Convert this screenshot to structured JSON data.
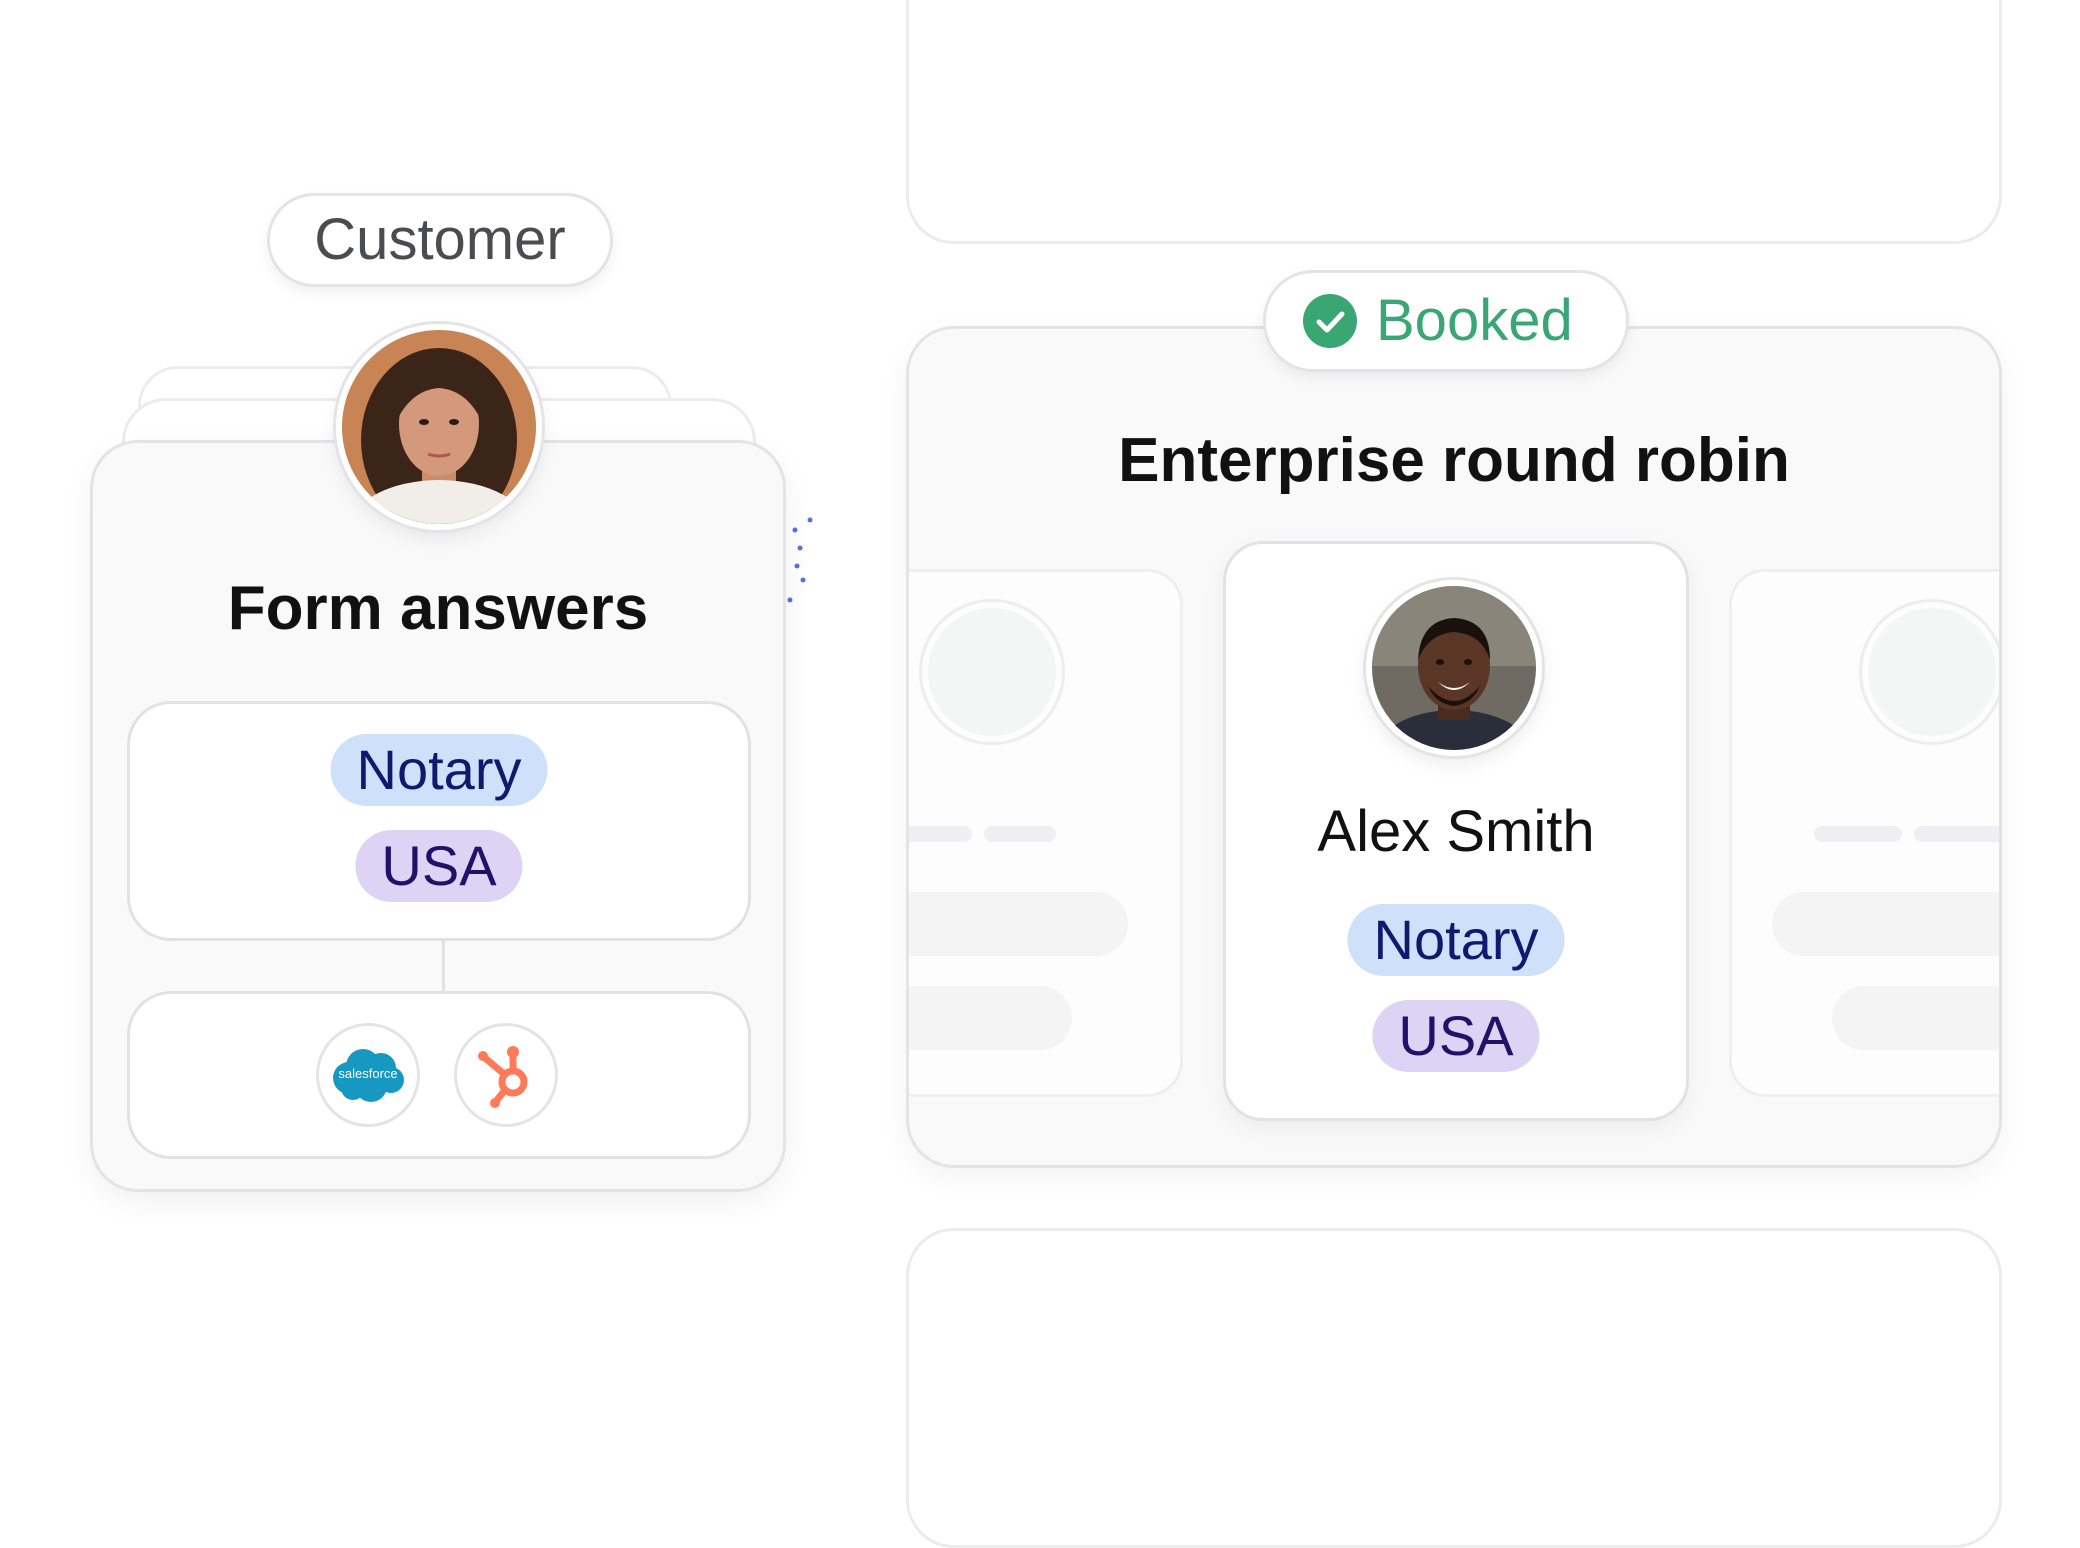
{
  "customer_label": "Customer",
  "form_card": {
    "title": "Form answers",
    "tags": [
      "Notary",
      "USA"
    ],
    "integrations": {
      "salesforce_text": "salesforce",
      "salesforce_color": "#1798c1",
      "hubspot_color": "#ff7a59"
    }
  },
  "status_badge": {
    "label": "Booked",
    "icon": "check-circle-icon",
    "color": "#3aa674"
  },
  "routing_card": {
    "title": "Enterprise round robin",
    "selected_member": {
      "name": "Alex Smith",
      "tags": [
        "Notary",
        "USA"
      ]
    }
  },
  "colors": {
    "connector": "#5a6fd8",
    "tag_blue_bg": "#cfe0fb",
    "tag_purple_bg": "#ddd3f5"
  }
}
